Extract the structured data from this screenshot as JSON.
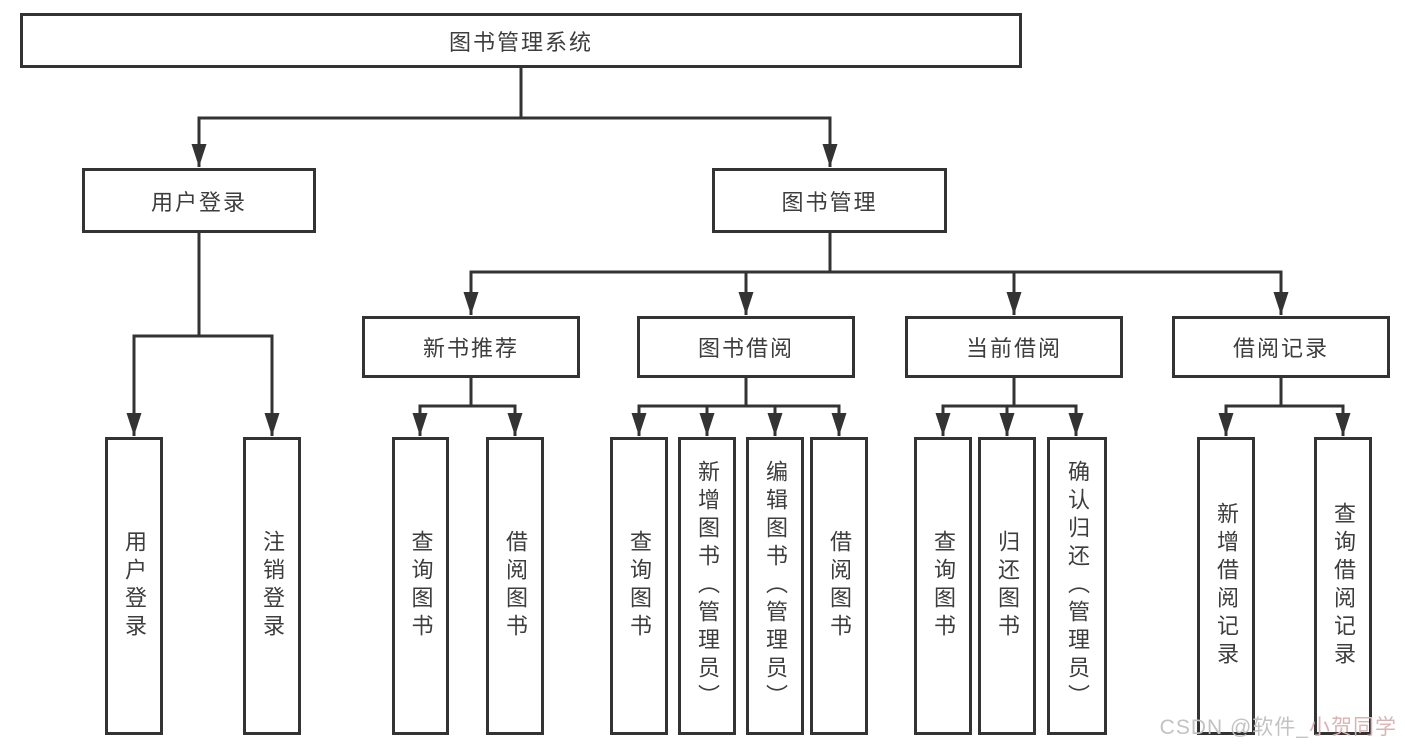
{
  "diagram": {
    "root": {
      "label": "图书管理系统"
    },
    "branches": [
      {
        "label": "用户登录",
        "children": [
          {
            "label": "用户登录"
          },
          {
            "label": "注销登录"
          }
        ]
      },
      {
        "label": "图书管理",
        "children": [
          {
            "label": "新书推荐",
            "children": [
              {
                "label": "查询图书"
              },
              {
                "label": "借阅图书"
              }
            ]
          },
          {
            "label": "图书借阅",
            "children": [
              {
                "label": "查询图书"
              },
              {
                "label": "新增图书（管理员）"
              },
              {
                "label": "编辑图书（管理员）"
              },
              {
                "label": "借阅图书"
              }
            ]
          },
          {
            "label": "当前借阅",
            "children": [
              {
                "label": "查询图书"
              },
              {
                "label": "归还图书"
              },
              {
                "label": "确认归还（管理员）"
              }
            ]
          },
          {
            "label": "借阅记录",
            "children": [
              {
                "label": "新增借阅记录"
              },
              {
                "label": "查询借阅记录"
              }
            ]
          }
        ]
      }
    ]
  },
  "watermark": {
    "prefix": "CSDN @软件_",
    "suffix": "小贺同学"
  },
  "colors": {
    "line": "#333333",
    "text": "#3d3d3d",
    "watermark_gray": "#c4c2c2",
    "watermark_pink": "#d9b4b4"
  }
}
